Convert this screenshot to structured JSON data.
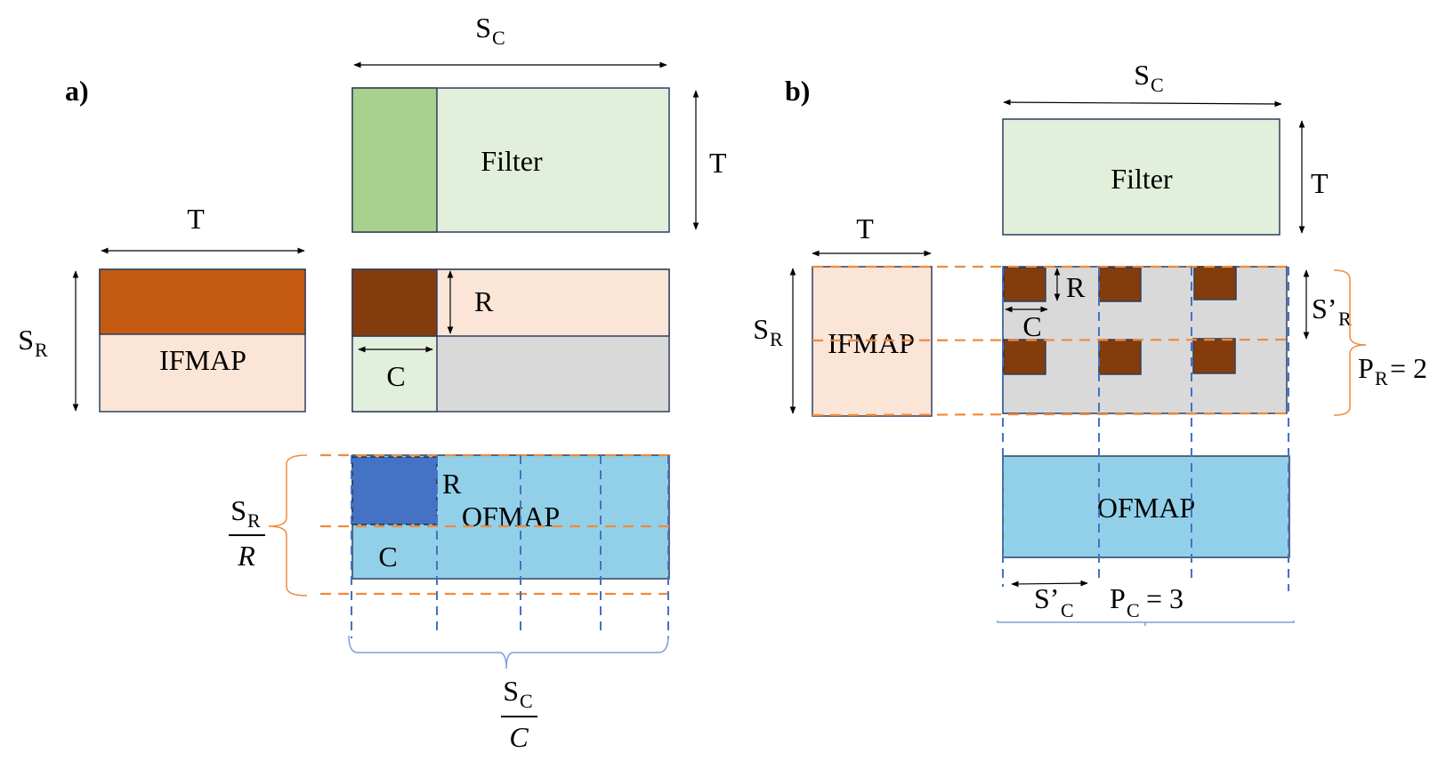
{
  "colors": {
    "filter_light": "#e2efda",
    "filter_dark": "#a9d18e",
    "ifmap_light": "#fbe5d6",
    "ifmap_dark": "#c55a11",
    "tile_brown": "#843c0c",
    "gray": "#d9d9d9",
    "ofmap_light": "#92d0e9",
    "ofmap_dark": "#4472c4",
    "orange_dash": "#f08a3c",
    "blue_dash": "#4472c4",
    "border": "#2f3f5f"
  },
  "panel_a": {
    "label": "a)",
    "filter_label": "Filter",
    "ifmap_label": "IFMAP",
    "ofmap_label": "OFMAP",
    "dim_sc": {
      "main": "S",
      "sub": "C"
    },
    "dim_t_right": "T",
    "dim_t_top": "T",
    "dim_sr": {
      "main": "S",
      "sub": "R"
    },
    "tile_r": "R",
    "tile_c": "C",
    "ofmap_r": "R",
    "ofmap_c": "C",
    "frac_rows": {
      "num_main": "S",
      "num_sub": "R",
      "den": "R"
    },
    "frac_cols": {
      "num_main": "S",
      "num_sub": "C",
      "den": "C"
    }
  },
  "panel_b": {
    "label": "b)",
    "filter_label": "Filter",
    "ifmap_label": "IFMAP",
    "ofmap_label": "OFMAP",
    "dim_sc": {
      "main": "S",
      "sub": "C"
    },
    "dim_t_right": "T",
    "dim_t_top": "T",
    "dim_sr": {
      "main": "S",
      "sub": "R"
    },
    "tile_r": "R",
    "tile_c": "C",
    "dim_sr_prime": {
      "main": "S’",
      "sub": "R"
    },
    "dim_sc_prime": {
      "main": "S’",
      "sub": "C"
    },
    "pr": {
      "main": "P",
      "sub": "R",
      "value": "= 2"
    },
    "pc": {
      "main": "P",
      "sub": "C",
      "value": "= 3"
    }
  }
}
